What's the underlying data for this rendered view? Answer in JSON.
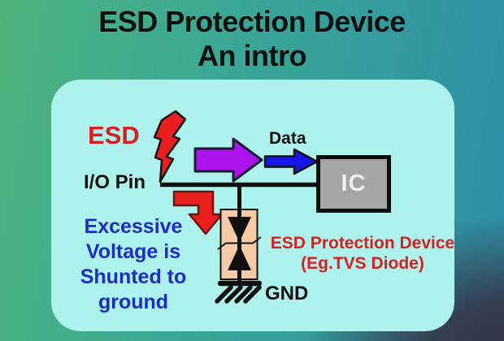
{
  "title": {
    "line1": "ESD Protection Device",
    "line2": "An intro"
  },
  "diagram": {
    "esd_label": "ESD",
    "io_pin_label": "I/O Pin",
    "data_label": "Data",
    "ic_label": "IC",
    "shunt_lines": [
      "Excessive",
      "Voltage is",
      "Shunted to",
      "ground"
    ],
    "protection_label_line1": "ESD Protection Device",
    "protection_label_line2": "(Eg.TVS Diode)",
    "gnd_label": "GND"
  },
  "icons": {
    "lightning": "lightning-bolt-icon",
    "surge_arrow": "purple-surge-arrow-icon",
    "data_arrow": "blue-data-arrow-icon",
    "shunt_arrow": "red-elbow-down-arrow-icon",
    "tvs_diode": "tvs-diode-symbol",
    "ground": "ground-symbol-icon"
  },
  "colors": {
    "background_green": "#4EB37D",
    "background_teal": "#2E8FA8",
    "background_dark_corner": "#363043",
    "panel_cyan": "#ADF2ED",
    "accent_red": "#DB1F1F",
    "arrow_purple": "#AC13EC",
    "arrow_blue": "#1515E8",
    "caption_blue": "#1B2CC8",
    "ic_gray": "#A5A5A5",
    "diode_peach": "#F6CBA6",
    "line_black": "#101010"
  }
}
